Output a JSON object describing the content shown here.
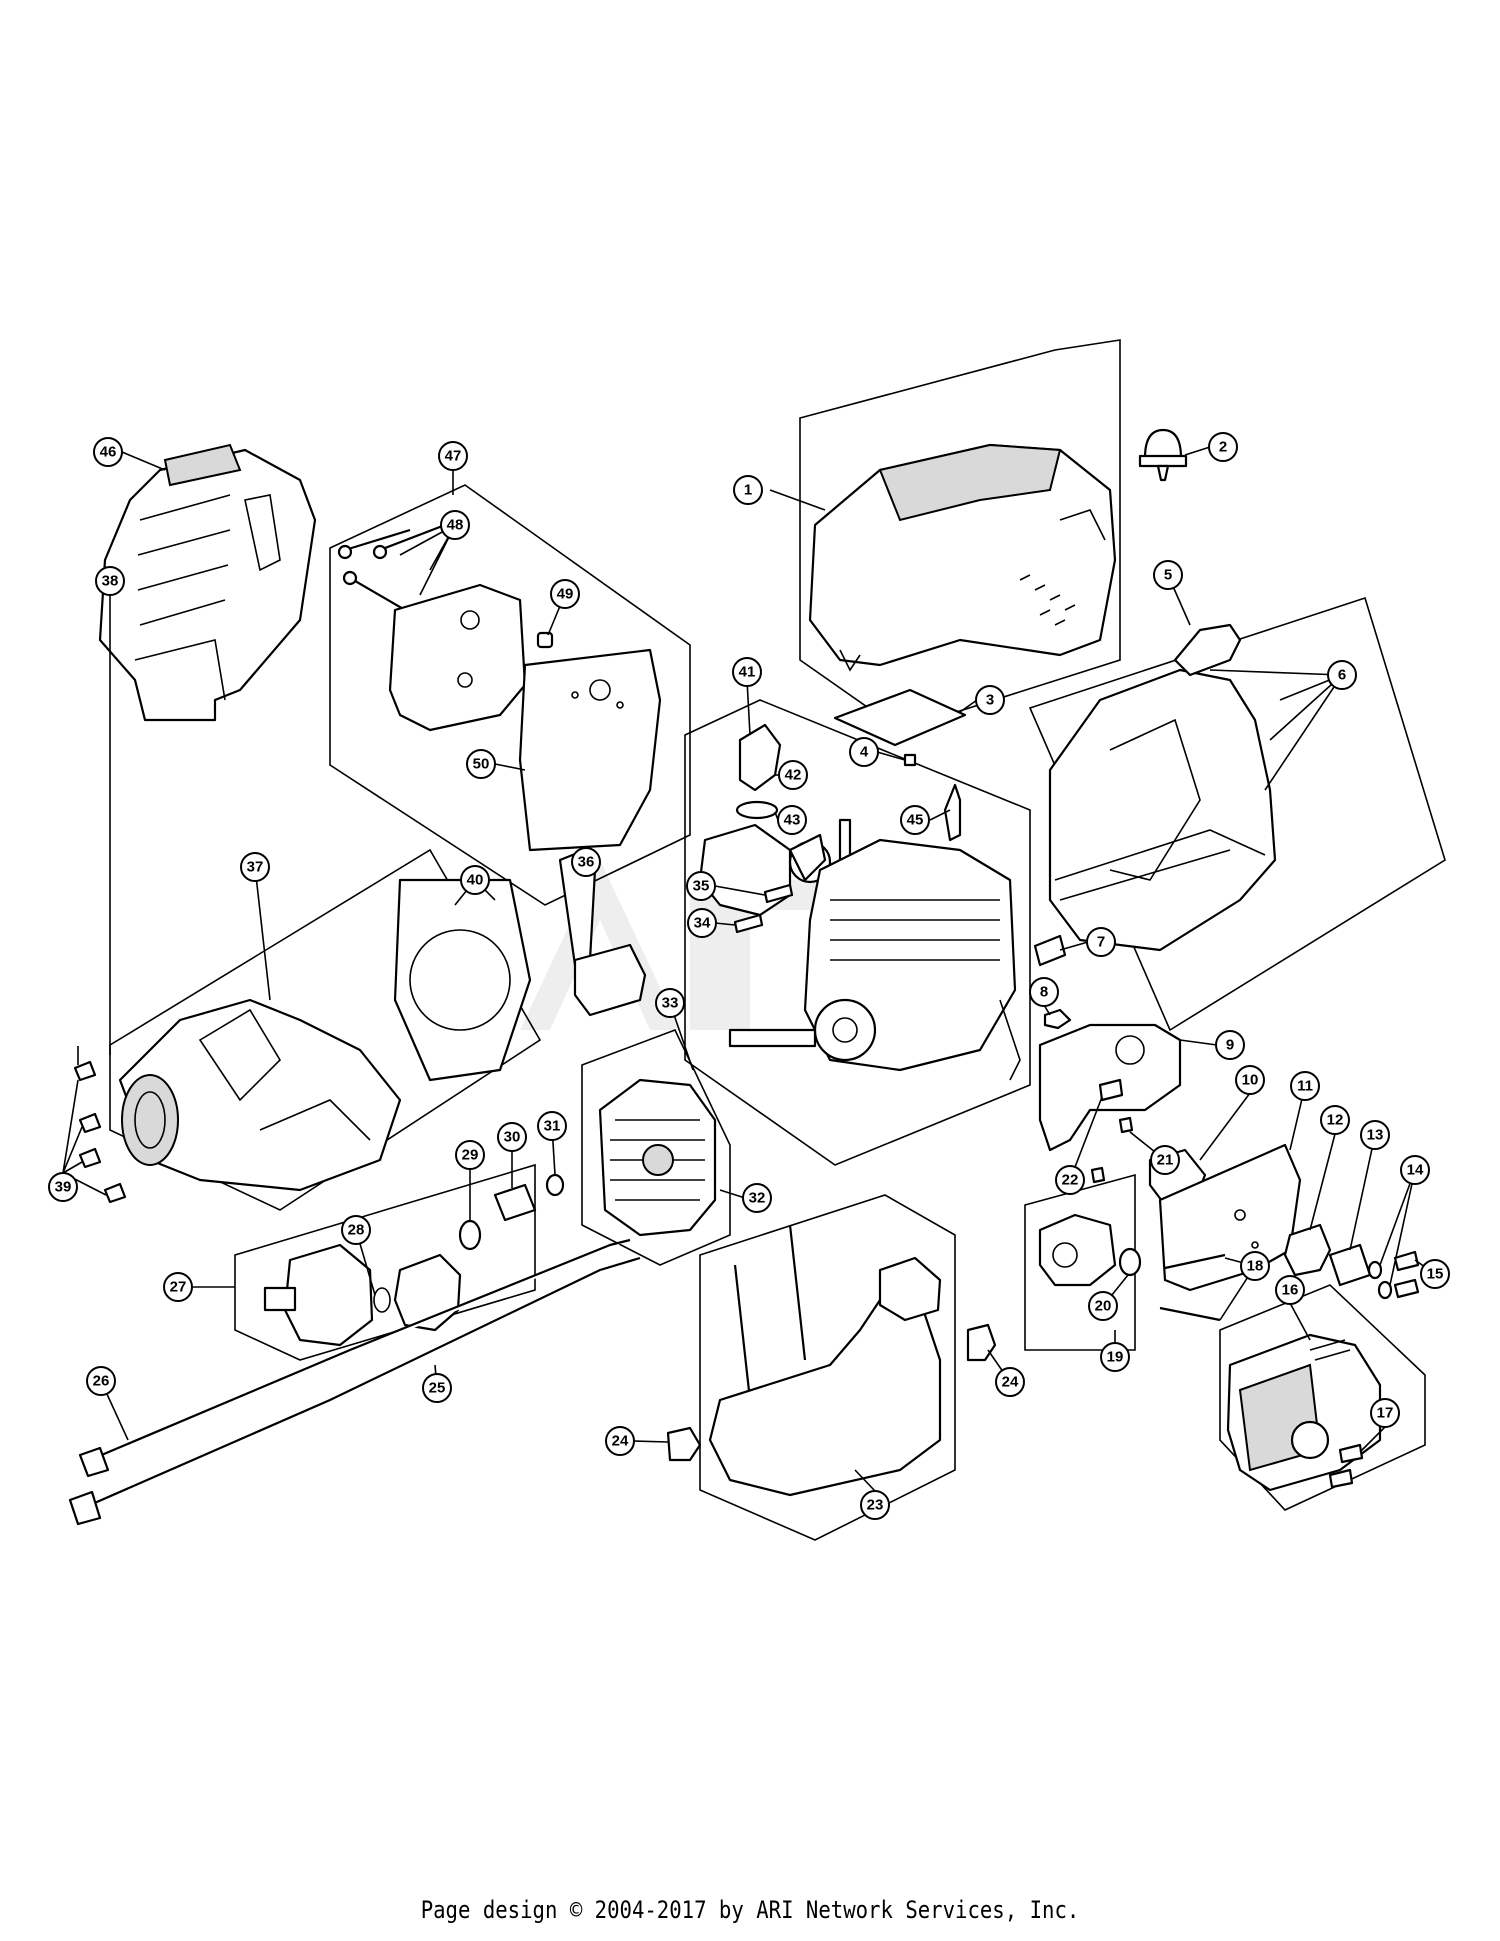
{
  "footer": {
    "text": "Page design © 2004-2017 by ARI Network Services, Inc."
  },
  "colors": {
    "ink": "#000000",
    "paper": "#ffffff",
    "shade": "#d9d9d9",
    "watermark": "#eeeeee"
  },
  "callouts": [
    {
      "id": "c1",
      "label": "1"
    },
    {
      "id": "c2",
      "label": "2"
    },
    {
      "id": "c3",
      "label": "3"
    },
    {
      "id": "c4",
      "label": "4"
    },
    {
      "id": "c5",
      "label": "5"
    },
    {
      "id": "c6",
      "label": "6"
    },
    {
      "id": "c7",
      "label": "7"
    },
    {
      "id": "c8",
      "label": "8"
    },
    {
      "id": "c9",
      "label": "9"
    },
    {
      "id": "c10",
      "label": "10"
    },
    {
      "id": "c11",
      "label": "11"
    },
    {
      "id": "c12",
      "label": "12"
    },
    {
      "id": "c13",
      "label": "13"
    },
    {
      "id": "c14",
      "label": "14"
    },
    {
      "id": "c15",
      "label": "15"
    },
    {
      "id": "c16",
      "label": "16"
    },
    {
      "id": "c17",
      "label": "17"
    },
    {
      "id": "c18",
      "label": "18"
    },
    {
      "id": "c19",
      "label": "19"
    },
    {
      "id": "c20",
      "label": "20"
    },
    {
      "id": "c21",
      "label": "21"
    },
    {
      "id": "c22",
      "label": "22"
    },
    {
      "id": "c23",
      "label": "23"
    },
    {
      "id": "c24a",
      "label": "24"
    },
    {
      "id": "c24b",
      "label": "24"
    },
    {
      "id": "c25",
      "label": "25"
    },
    {
      "id": "c26",
      "label": "26"
    },
    {
      "id": "c27",
      "label": "27"
    },
    {
      "id": "c28",
      "label": "28"
    },
    {
      "id": "c29",
      "label": "29"
    },
    {
      "id": "c30",
      "label": "30"
    },
    {
      "id": "c31",
      "label": "31"
    },
    {
      "id": "c32",
      "label": "32"
    },
    {
      "id": "c33",
      "label": "33"
    },
    {
      "id": "c34",
      "label": "34"
    },
    {
      "id": "c35",
      "label": "35"
    },
    {
      "id": "c36",
      "label": "36"
    },
    {
      "id": "c37",
      "label": "37"
    },
    {
      "id": "c38",
      "label": "38"
    },
    {
      "id": "c39",
      "label": "39"
    },
    {
      "id": "c40",
      "label": "40"
    },
    {
      "id": "c41",
      "label": "41"
    },
    {
      "id": "c42",
      "label": "42"
    },
    {
      "id": "c43",
      "label": "43"
    },
    {
      "id": "c45",
      "label": "45"
    },
    {
      "id": "c46",
      "label": "46"
    },
    {
      "id": "c47",
      "label": "47"
    },
    {
      "id": "c48",
      "label": "48"
    },
    {
      "id": "c49",
      "label": "49"
    },
    {
      "id": "c50",
      "label": "50"
    }
  ]
}
